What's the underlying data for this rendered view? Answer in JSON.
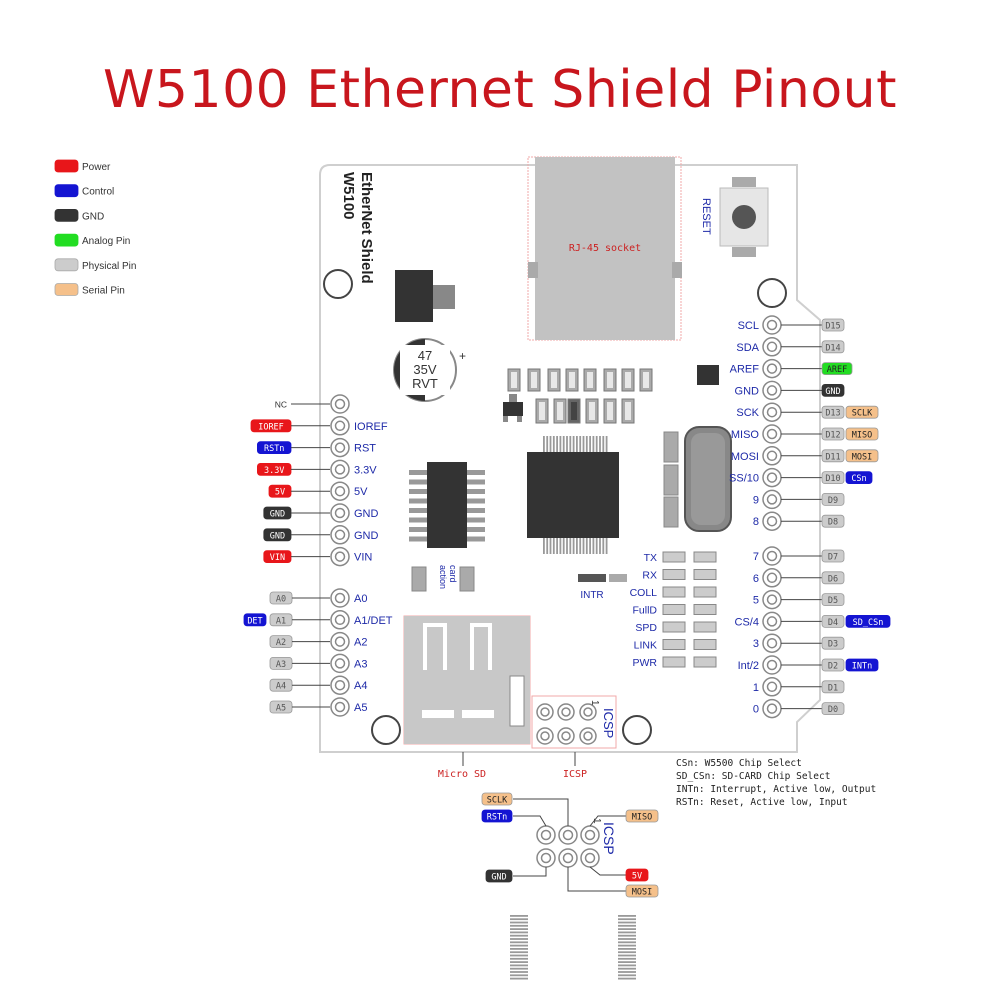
{
  "title": "W5100 Ethernet Shield Pinout",
  "colors": {
    "power": "#e8161a",
    "control": "#1414d2",
    "gnd": "#333333",
    "analog": "#22dd22",
    "physical": "#cccccc",
    "serial": "#f5c08a",
    "title": "#c8161d",
    "board_outline": "#cfcfcf",
    "pin_text": "#1e2aa8"
  },
  "legend": [
    {
      "label": "Power",
      "type": "power"
    },
    {
      "label": "Control",
      "type": "control"
    },
    {
      "label": "GND",
      "type": "gnd"
    },
    {
      "label": "Analog Pin",
      "type": "analog"
    },
    {
      "label": "Physical Pin",
      "type": "physical"
    },
    {
      "label": "Serial Pin",
      "type": "serial"
    }
  ],
  "board": {
    "brand_line1": "EtherNet Shield",
    "brand_line2": "W5100",
    "rj45": "RJ-45 socket",
    "reset": "RESET",
    "capacitor": [
      "47",
      "35V",
      "RVT"
    ],
    "capacitor_plus": "+",
    "card_action": [
      "card",
      "action"
    ],
    "intr": "INTR",
    "icsp": "ICSP",
    "icsp_pin1": "1"
  },
  "leds": [
    "TX",
    "RX",
    "COLL",
    "FullD",
    "SPD",
    "LINK",
    "PWR"
  ],
  "power_header": [
    {
      "pin": "",
      "outer": "NC",
      "type": "nc"
    },
    {
      "pin": "IOREF",
      "outer": "IOREF",
      "type": "power"
    },
    {
      "pin": "RST",
      "outer": "RSTn",
      "type": "control"
    },
    {
      "pin": "3.3V",
      "outer": "3.3V",
      "type": "power"
    },
    {
      "pin": "5V",
      "outer": "5V",
      "type": "power"
    },
    {
      "pin": "GND",
      "outer": "GND",
      "type": "gnd"
    },
    {
      "pin": "GND",
      "outer": "GND",
      "type": "gnd"
    },
    {
      "pin": "VIN",
      "outer": "VIN",
      "type": "power"
    }
  ],
  "analog_header": [
    {
      "pin": "A0",
      "outer": "A0",
      "extra": ""
    },
    {
      "pin": "A1/DET",
      "outer": "A1",
      "extra": "DET"
    },
    {
      "pin": "A2",
      "outer": "A2",
      "extra": ""
    },
    {
      "pin": "A3",
      "outer": "A3",
      "extra": ""
    },
    {
      "pin": "A4",
      "outer": "A4",
      "extra": ""
    },
    {
      "pin": "A5",
      "outer": "A5",
      "extra": ""
    }
  ],
  "digital_high": [
    {
      "pin": "SCL",
      "phys": "D15",
      "ext": "",
      "ext_type": ""
    },
    {
      "pin": "SDA",
      "phys": "D14",
      "ext": "",
      "ext_type": ""
    },
    {
      "pin": "AREF",
      "phys": "AREF",
      "ext": "",
      "ext_type": "analog_only"
    },
    {
      "pin": "GND",
      "phys": "GND",
      "ext": "",
      "ext_type": "gnd_only"
    },
    {
      "pin": "SCK",
      "phys": "D13",
      "ext": "SCLK",
      "ext_type": "serial"
    },
    {
      "pin": "MISO",
      "phys": "D12",
      "ext": "MISO",
      "ext_type": "serial"
    },
    {
      "pin": "MOSI",
      "phys": "D11",
      "ext": "MOSI",
      "ext_type": "serial"
    },
    {
      "pin": "SS/10",
      "phys": "D10",
      "ext": "CSn",
      "ext_type": "control"
    },
    {
      "pin": "9",
      "phys": "D9",
      "ext": "",
      "ext_type": ""
    },
    {
      "pin": "8",
      "phys": "D8",
      "ext": "",
      "ext_type": ""
    }
  ],
  "digital_low": [
    {
      "pin": "7",
      "phys": "D7",
      "ext": "",
      "ext_type": ""
    },
    {
      "pin": "6",
      "phys": "D6",
      "ext": "",
      "ext_type": ""
    },
    {
      "pin": "5",
      "phys": "D5",
      "ext": "",
      "ext_type": ""
    },
    {
      "pin": "CS/4",
      "phys": "D4",
      "ext": "SD_CSn",
      "ext_type": "control"
    },
    {
      "pin": "3",
      "phys": "D3",
      "ext": "",
      "ext_type": ""
    },
    {
      "pin": "Int/2",
      "phys": "D2",
      "ext": "INTn",
      "ext_type": "control"
    },
    {
      "pin": "1",
      "phys": "D1",
      "ext": "",
      "ext_type": ""
    },
    {
      "pin": "0",
      "phys": "D0",
      "ext": "",
      "ext_type": ""
    }
  ],
  "callouts": {
    "micro_sd": "Micro SD",
    "icsp": "ICSP"
  },
  "notes": [
    "CSn: W5500 Chip Select",
    "SD_CSn: SD-CARD Chip Select",
    "INTn: Interrupt, Active low, Output",
    "RSTn: Reset, Active low, Input"
  ],
  "icsp_detail": {
    "label": "ICSP",
    "pin1": "1",
    "sclk": "SCLK",
    "rstn": "RSTn",
    "gnd": "GND",
    "miso": "MISO",
    "v5": "5V",
    "mosi": "MOSI"
  }
}
